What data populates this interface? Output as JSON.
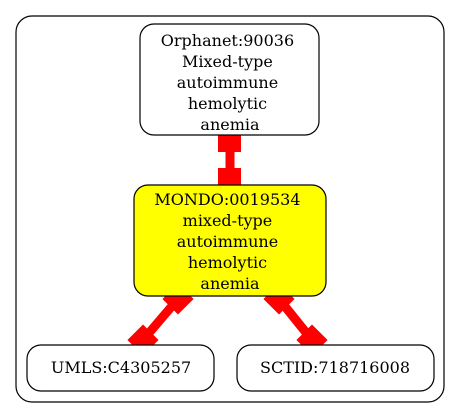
{
  "colors": {
    "background": "#ffffff",
    "border": "#000000",
    "edge": "#ff0000",
    "highlight_fill": "#ffff00",
    "default_fill": "#ffffff"
  },
  "nodes": {
    "orphanet": {
      "lines": [
        "Orphanet:90036",
        "Mixed-type",
        "autoimmune",
        "hemolytic",
        "anemia"
      ]
    },
    "mondo": {
      "lines": [
        "MONDO:0019534",
        "mixed-type",
        "autoimmune",
        "hemolytic",
        "anemia"
      ]
    },
    "umls": {
      "lines": [
        "UMLS:C4305257"
      ]
    },
    "sctid": {
      "lines": [
        "SCTID:718716008"
      ]
    }
  }
}
